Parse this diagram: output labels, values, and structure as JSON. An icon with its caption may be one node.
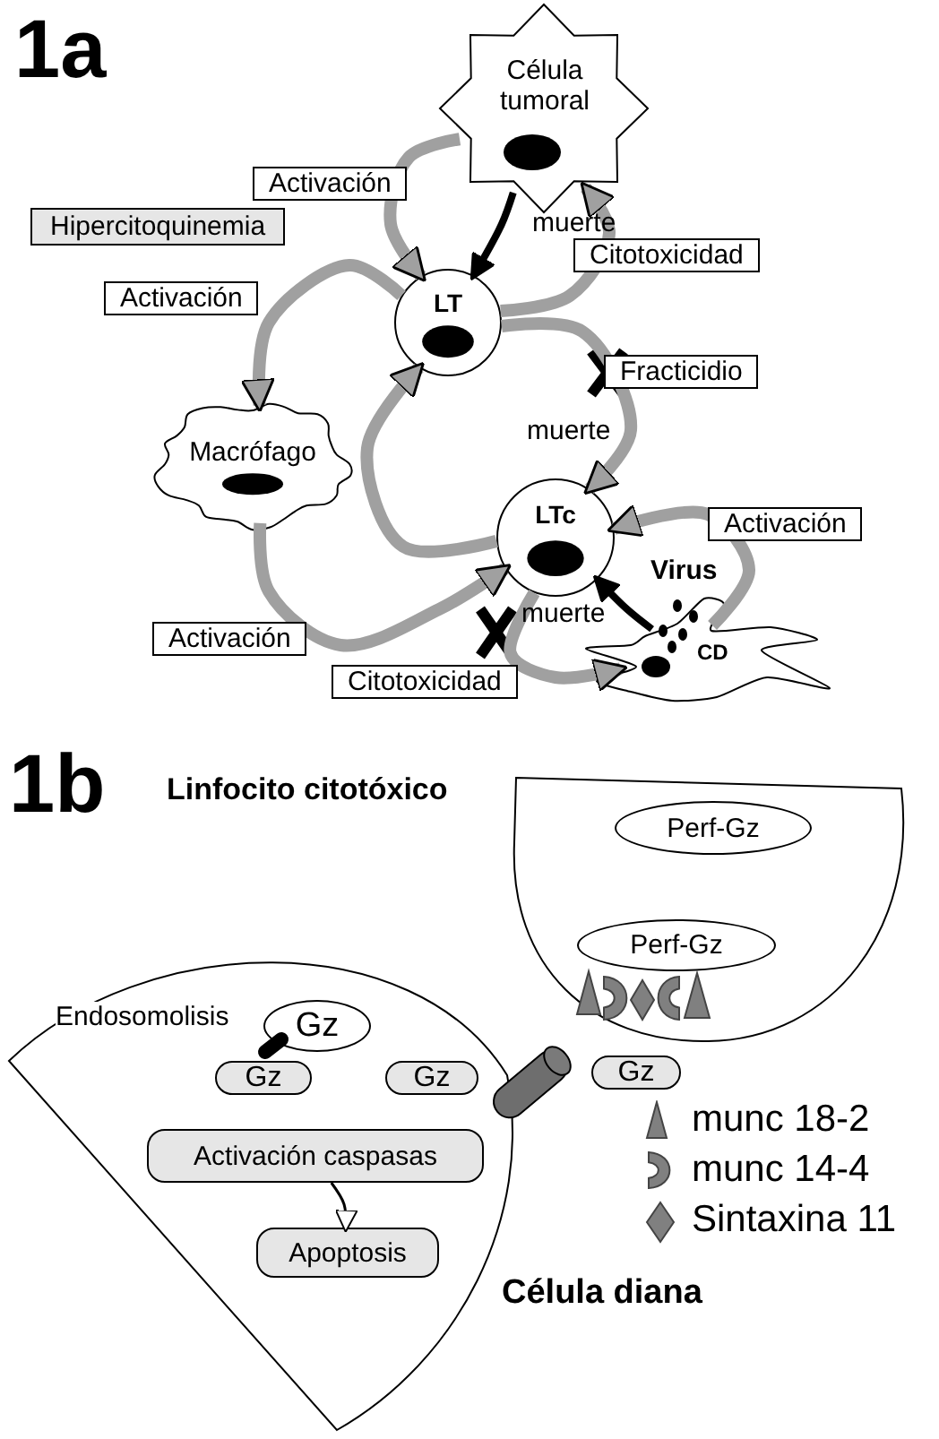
{
  "diagram": {
    "nodes": [
      {
        "text": [
          "Célula tumoral"
        ]
      },
      {
        "text": [
          "LT"
        ]
      },
      {
        "text": [
          "Macrófago"
        ]
      },
      {
        "text": [
          "LTc"
        ]
      },
      {
        "text": [
          "CD"
        ],
        "beside": [
          "Virus"
        ]
      },
      {
        "text": [
          "Linfocito citotóxico"
        ]
      },
      {
        "text": [
          "Perf-Gz"
        ],
        "in": 5
      },
      {
        "text": [
          "Perf-Gz"
        ],
        "in": 5
      },
      {
        "text": [
          "Célula diana"
        ]
      },
      {
        "text": [
          "Gz"
        ],
        "in": 8
      },
      {
        "text": [
          "Gz"
        ],
        "in": 8
      },
      {
        "text": [
          "Gz"
        ],
        "in": 8
      },
      {
        "text": [
          "Activación caspasas"
        ],
        "in": 8
      },
      {
        "text": [
          "Apoptosis"
        ],
        "in": 8
      },
      {
        "text": [
          "Gz"
        ]
      }
    ],
    "edges": [
      {
        "from": 0,
        "to": 1,
        "arrow": "to",
        "label": "Activación"
      },
      {
        "from": 0,
        "to": 1,
        "arrow": "to",
        "label": "muerte",
        "color": "#000000"
      },
      {
        "from": 1,
        "to": 0,
        "arrow": "to",
        "label": "Citotoxicidad"
      },
      {
        "from": 1,
        "to": 2,
        "arrow": "to",
        "label": "Activación"
      },
      {
        "from": 2,
        "to": 3,
        "arrow": "to",
        "label": "Activación"
      },
      {
        "from": 3,
        "to": 1,
        "arrow": "to"
      },
      {
        "from": 1,
        "to": 3,
        "arrow": "to",
        "label": "Fracticidio"
      },
      {
        "from": 4,
        "to": 3,
        "arrow": "to",
        "label": "Activación"
      },
      {
        "from": 4,
        "to": 3,
        "arrow": "to",
        "label": "muerte",
        "color": "#000000"
      },
      {
        "from": 3,
        "to": 4,
        "arrow": "to",
        "label": "Citotoxicidad"
      },
      {
        "from": 12,
        "to": 13,
        "arrow": "to",
        "color": "#000000"
      }
    ],
    "labels": [
      "1a",
      "Hipercitoquinemia",
      "muerte",
      "1b",
      "Endosomolisis"
    ],
    "legend": [
      {
        "text": "munc 18-2"
      },
      {
        "text": "munc 14-4"
      },
      {
        "text": "Sintaxina 11"
      }
    ]
  }
}
